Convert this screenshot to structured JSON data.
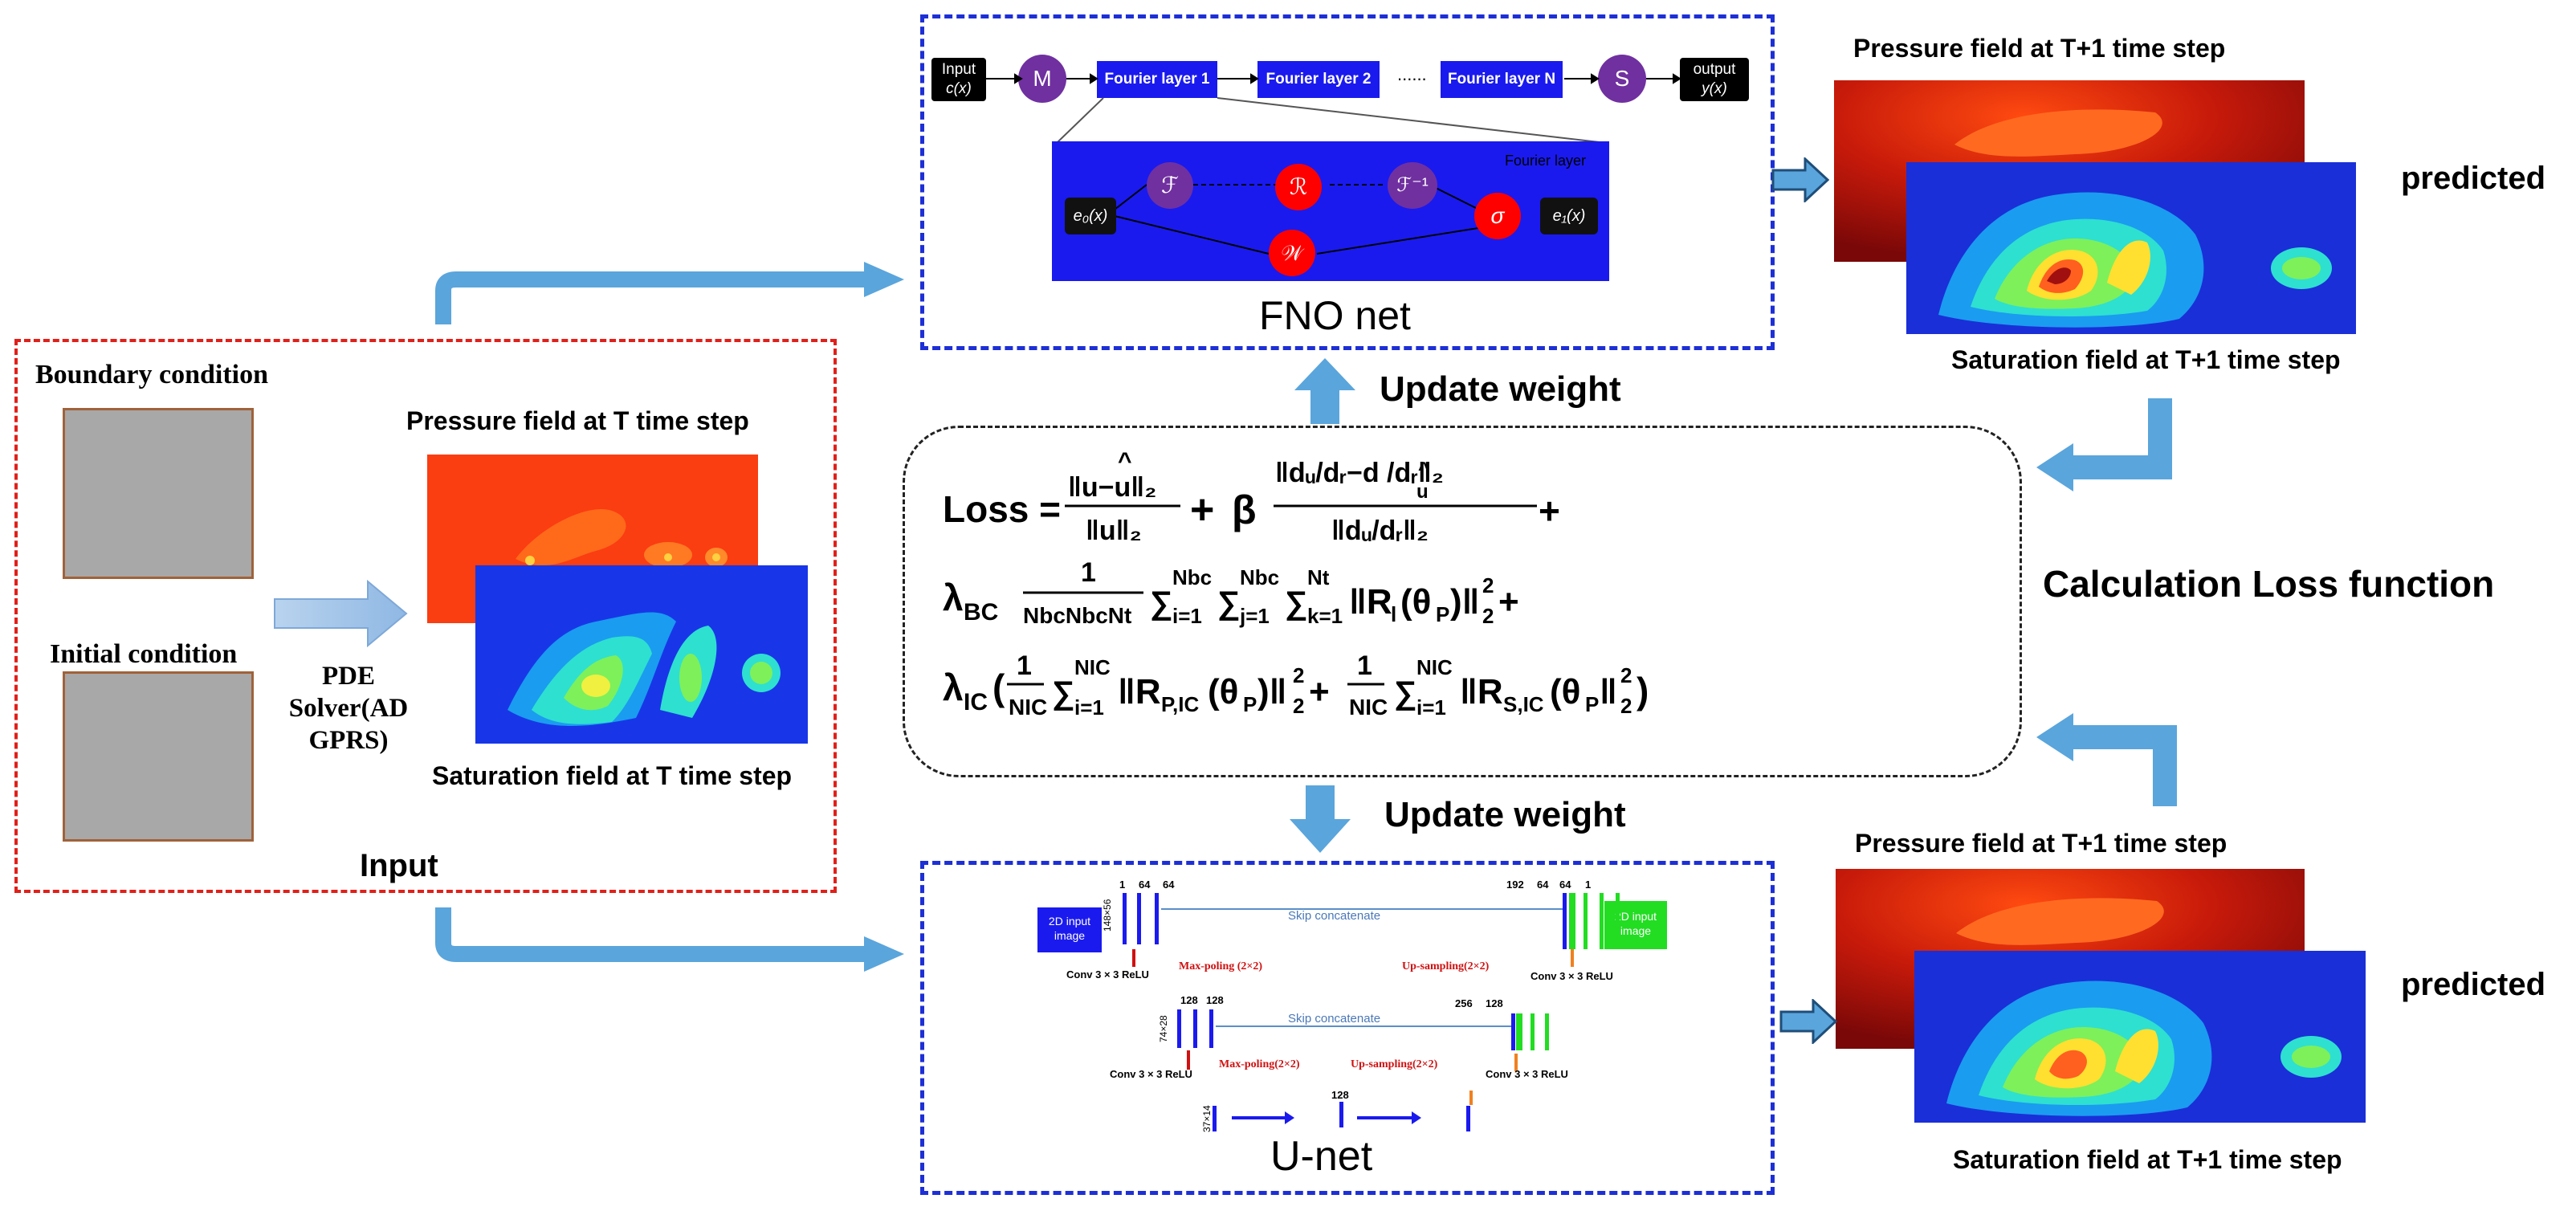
{
  "input_panel": {
    "title": "Input",
    "boundary_label": "Boundary condition",
    "initial_label": "Initial condition",
    "solver_label_1": "PDE",
    "solver_label_2": "Solver(AD",
    "solver_label_3": "GPRS)",
    "pressure_label": "Pressure field at T time step",
    "saturation_label": "Saturation field at T time step"
  },
  "fno": {
    "title": "FNO net",
    "input_1": "Input",
    "input_2": "c(x)",
    "m_node": "M",
    "fourier1": "Fourier layer 1",
    "fourier2": "Fourier layer 2",
    "dots": "......",
    "fourierN": "Fourier layer N",
    "s_node": "S",
    "output_1": "output",
    "output_2": "y(x)",
    "inner_title": "Fourier layer",
    "e0": "e₀(x)",
    "F": "ℱ",
    "R": "ℛ",
    "Finv": "ℱ⁻¹",
    "W": "𝒲",
    "sigma": "σ",
    "e1": "e₁(x)"
  },
  "unet": {
    "title": "U-net",
    "in_img": "2D input image",
    "out_img": "2D input image",
    "skip1": "Skip concatenate",
    "skip2": "Skip concatenate",
    "n1": "1",
    "n64a": "64",
    "n64b": "64",
    "n192": "192",
    "n64c": "64",
    "n64d": "64",
    "n1b": "1",
    "n128a": "128",
    "n128b": "128",
    "n256": "256",
    "n128c": "128",
    "n128d": "128",
    "size1": "148×56",
    "size2": "74×28",
    "size3": "37×14",
    "maxpool1": "Max-poling (2×2)",
    "maxpool2": "Max-poling(2×2)",
    "upsamp1": "Up-sampling(2×2)",
    "upsamp2": "Up-sampling(2×2)",
    "conv1": "Conv 3 × 3 ReLU",
    "conv2": "Conv 3 × 3 ReLU",
    "conv3": "Conv 3 × 3 ReLU",
    "conv4": "Conv 3 × 3 ReLU"
  },
  "loss": {
    "update_top": "Update weight",
    "update_bottom": "Update weight",
    "calc_label": "Calculation Loss function"
  },
  "outputs": {
    "top_pressure": "Pressure field at T+1 time step",
    "top_saturation": "Saturation field at T+1 time step",
    "top_predicted": "predicted",
    "bottom_pressure": "Pressure field at T+1 time step",
    "bottom_saturation": "Saturation field at T+1 time step",
    "bottom_predicted": "predicted"
  },
  "colors": {
    "arrow_blue": "#5aa5dc",
    "fno_box": "#1d2fd6",
    "input_box": "#e0201a",
    "fourier_blue": "#1a1aef",
    "node_purple": "#7030a0",
    "node_red": "#ff0000"
  }
}
